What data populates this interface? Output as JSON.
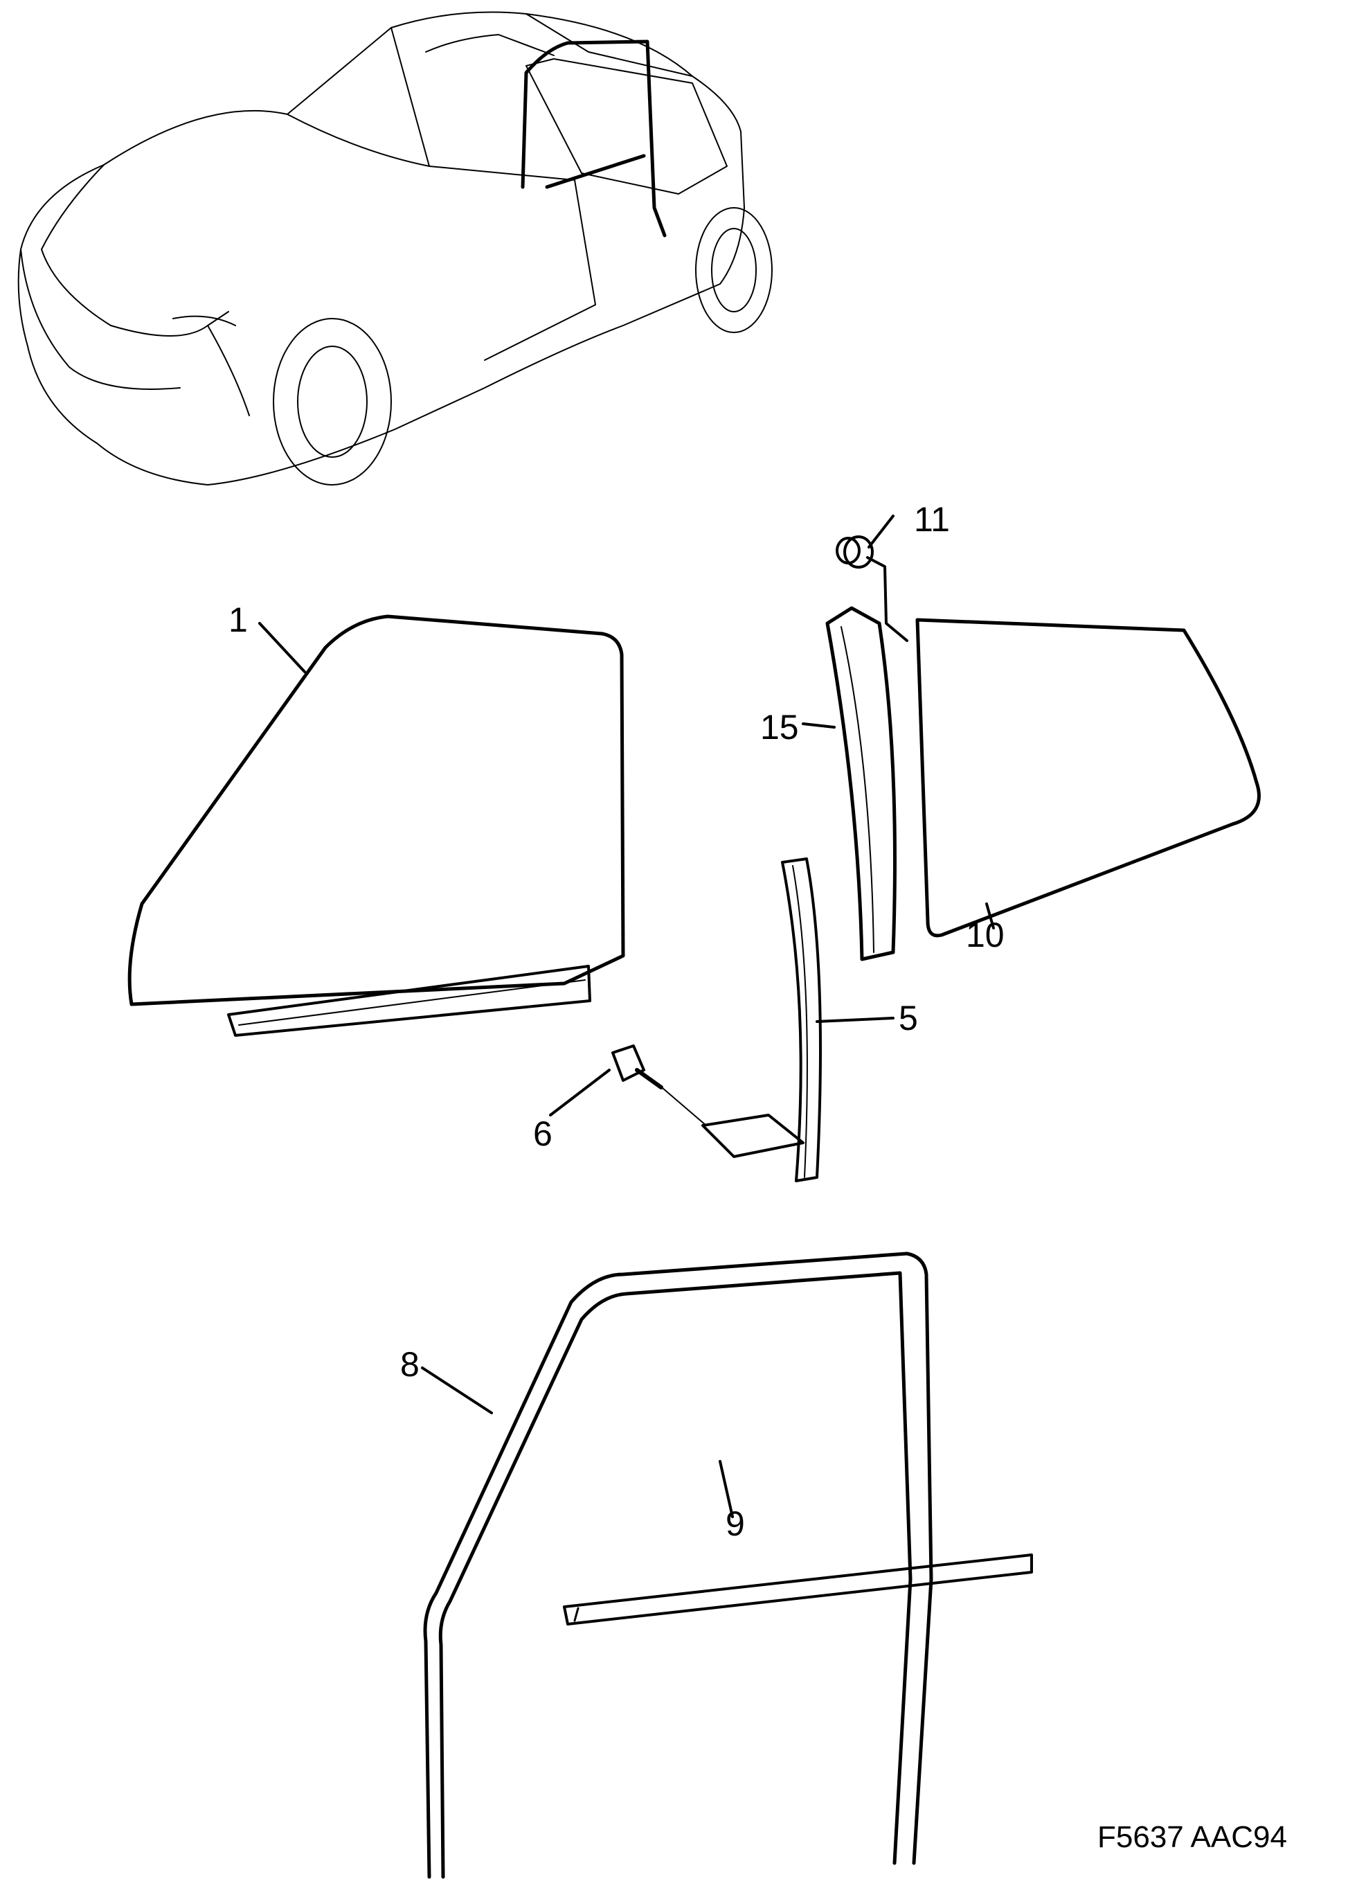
{
  "diagram": {
    "type": "exploded-parts-diagram",
    "subject": "front door window glass and seals",
    "callouts": [
      {
        "id": "1",
        "label": "1",
        "part": "door-window-glass"
      },
      {
        "id": "5",
        "label": "5",
        "part": "rear-window-guide-rail"
      },
      {
        "id": "6",
        "label": "6",
        "part": "bolt"
      },
      {
        "id": "8",
        "label": "8",
        "part": "window-frame-seal"
      },
      {
        "id": "9",
        "label": "9",
        "part": "inner-waist-seal-strip"
      },
      {
        "id": "10",
        "label": "10",
        "part": "rear-quarter-window"
      },
      {
        "id": "11",
        "label": "11",
        "part": "nut-clip"
      },
      {
        "id": "15",
        "label": "15",
        "part": "pillar-trim"
      }
    ],
    "caption": "F5637 AAC94"
  }
}
